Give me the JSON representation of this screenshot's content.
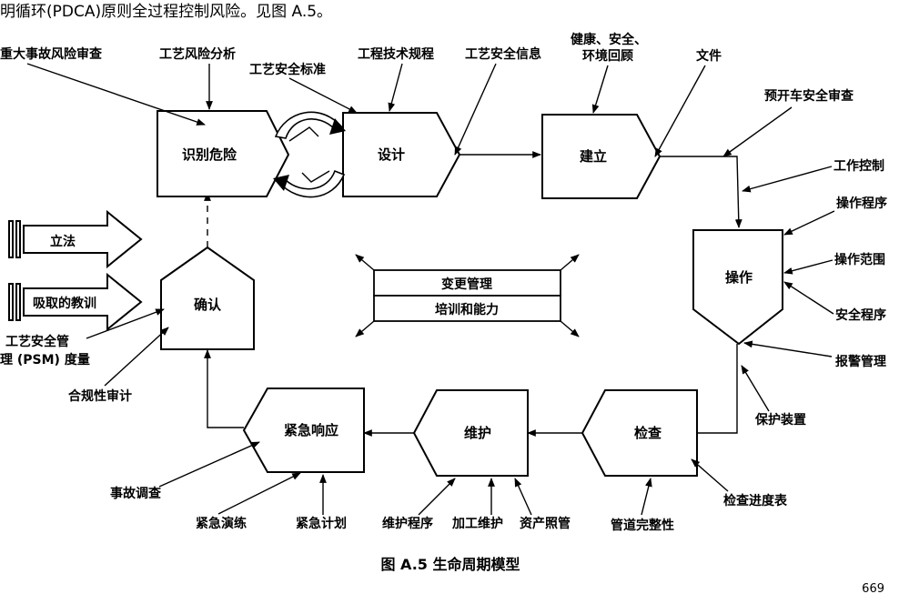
{
  "header": {
    "intro": "明循环(PDCA)原则全过程控制风险。见图 A.5。"
  },
  "stages": {
    "identify": "识别危险",
    "design": "设计",
    "build": "建立",
    "operate": "操作",
    "inspect": "检查",
    "maintain": "维护",
    "emergency": "紧急响应",
    "confirm": "确认"
  },
  "center": {
    "change_mgmt": "变更管理",
    "training": "培训和能力"
  },
  "inputs": {
    "legislation": "立法",
    "lessons": "吸取的教训"
  },
  "labels": {
    "major_accident_review": "重大事故风险审查",
    "process_hazard_analysis": "工艺风险分析",
    "process_safety_standards": "工艺安全标准",
    "engineering_specs": "工程技术规程",
    "process_safety_info": "工艺安全信息",
    "hse_review_1": "健康、安全、",
    "hse_review_2": "环境回顾",
    "documents": "文件",
    "pre_startup_review": "预开车安全审查",
    "work_control": "工作控制",
    "operating_procedures": "操作程序",
    "operating_envelope": "操作范围",
    "safety_procedures": "安全程序",
    "alarm_management": "报警管理",
    "protective_devices": "保护装置",
    "inspection_schedule": "检查进度表",
    "pipeline_integrity": "管道完整性",
    "asset_care": "资产照管",
    "maintenance_work": "加工维护",
    "maintenance_procedures": "维护程序",
    "emergency_plan": "紧急计划",
    "emergency_drills": "紧急演练",
    "incident_investigation": "事故调查",
    "compliance_audit": "合规性审计",
    "psm_metrics_1": "工艺安全管",
    "psm_metrics_2": "理 (PSM) 度量"
  },
  "footer": {
    "figure_caption": "图 A.5  生命周期模型",
    "page_number": "669"
  }
}
